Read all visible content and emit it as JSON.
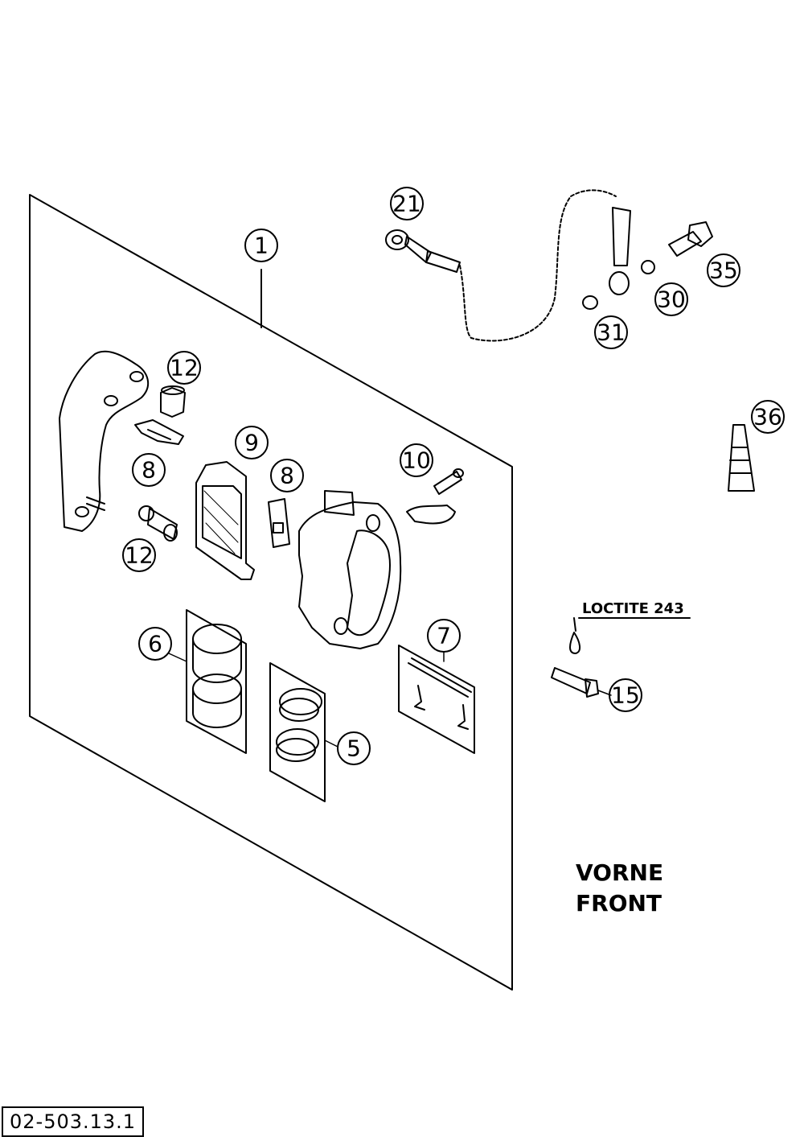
{
  "callouts": {
    "c1": "1",
    "c5": "5",
    "c6": "6",
    "c7": "7",
    "c8a": "8",
    "c8b": "8",
    "c9": "9",
    "c10": "10",
    "c12a": "12",
    "c12b": "12",
    "c15": "15",
    "c21": "21",
    "c30": "30",
    "c31": "31",
    "c35": "35",
    "c36": "36"
  },
  "labels": {
    "loctite": "LOCTITE 243",
    "title_de": "VORNE",
    "title_en": "FRONT",
    "reference": "02-503.13.1"
  }
}
